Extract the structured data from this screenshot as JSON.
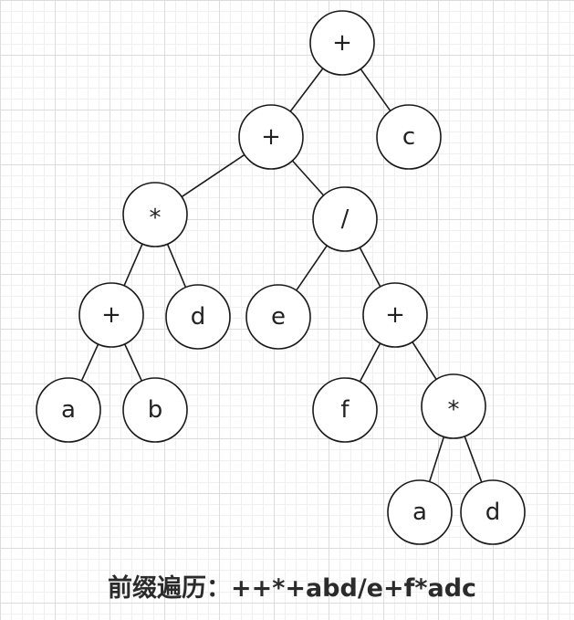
{
  "tree": {
    "nodes": [
      {
        "id": "n1",
        "label": "+"
      },
      {
        "id": "n2",
        "label": "+"
      },
      {
        "id": "n3",
        "label": "c"
      },
      {
        "id": "n4",
        "label": "*"
      },
      {
        "id": "n5",
        "label": "/"
      },
      {
        "id": "n6",
        "label": "+"
      },
      {
        "id": "n7",
        "label": "d"
      },
      {
        "id": "n8",
        "label": "e"
      },
      {
        "id": "n9",
        "label": "+"
      },
      {
        "id": "n10",
        "label": "a"
      },
      {
        "id": "n11",
        "label": "b"
      },
      {
        "id": "n12",
        "label": "f"
      },
      {
        "id": "n13",
        "label": "*"
      },
      {
        "id": "n14",
        "label": "a"
      },
      {
        "id": "n15",
        "label": "d"
      }
    ],
    "edges": [
      [
        "n1",
        "n2"
      ],
      [
        "n1",
        "n3"
      ],
      [
        "n2",
        "n4"
      ],
      [
        "n2",
        "n5"
      ],
      [
        "n4",
        "n6"
      ],
      [
        "n4",
        "n7"
      ],
      [
        "n5",
        "n8"
      ],
      [
        "n5",
        "n9"
      ],
      [
        "n6",
        "n10"
      ],
      [
        "n6",
        "n11"
      ],
      [
        "n9",
        "n12"
      ],
      [
        "n9",
        "n13"
      ],
      [
        "n13",
        "n14"
      ],
      [
        "n13",
        "n15"
      ]
    ]
  },
  "caption": {
    "text": "前缀遍历：++*+abd/e+f*adc"
  }
}
